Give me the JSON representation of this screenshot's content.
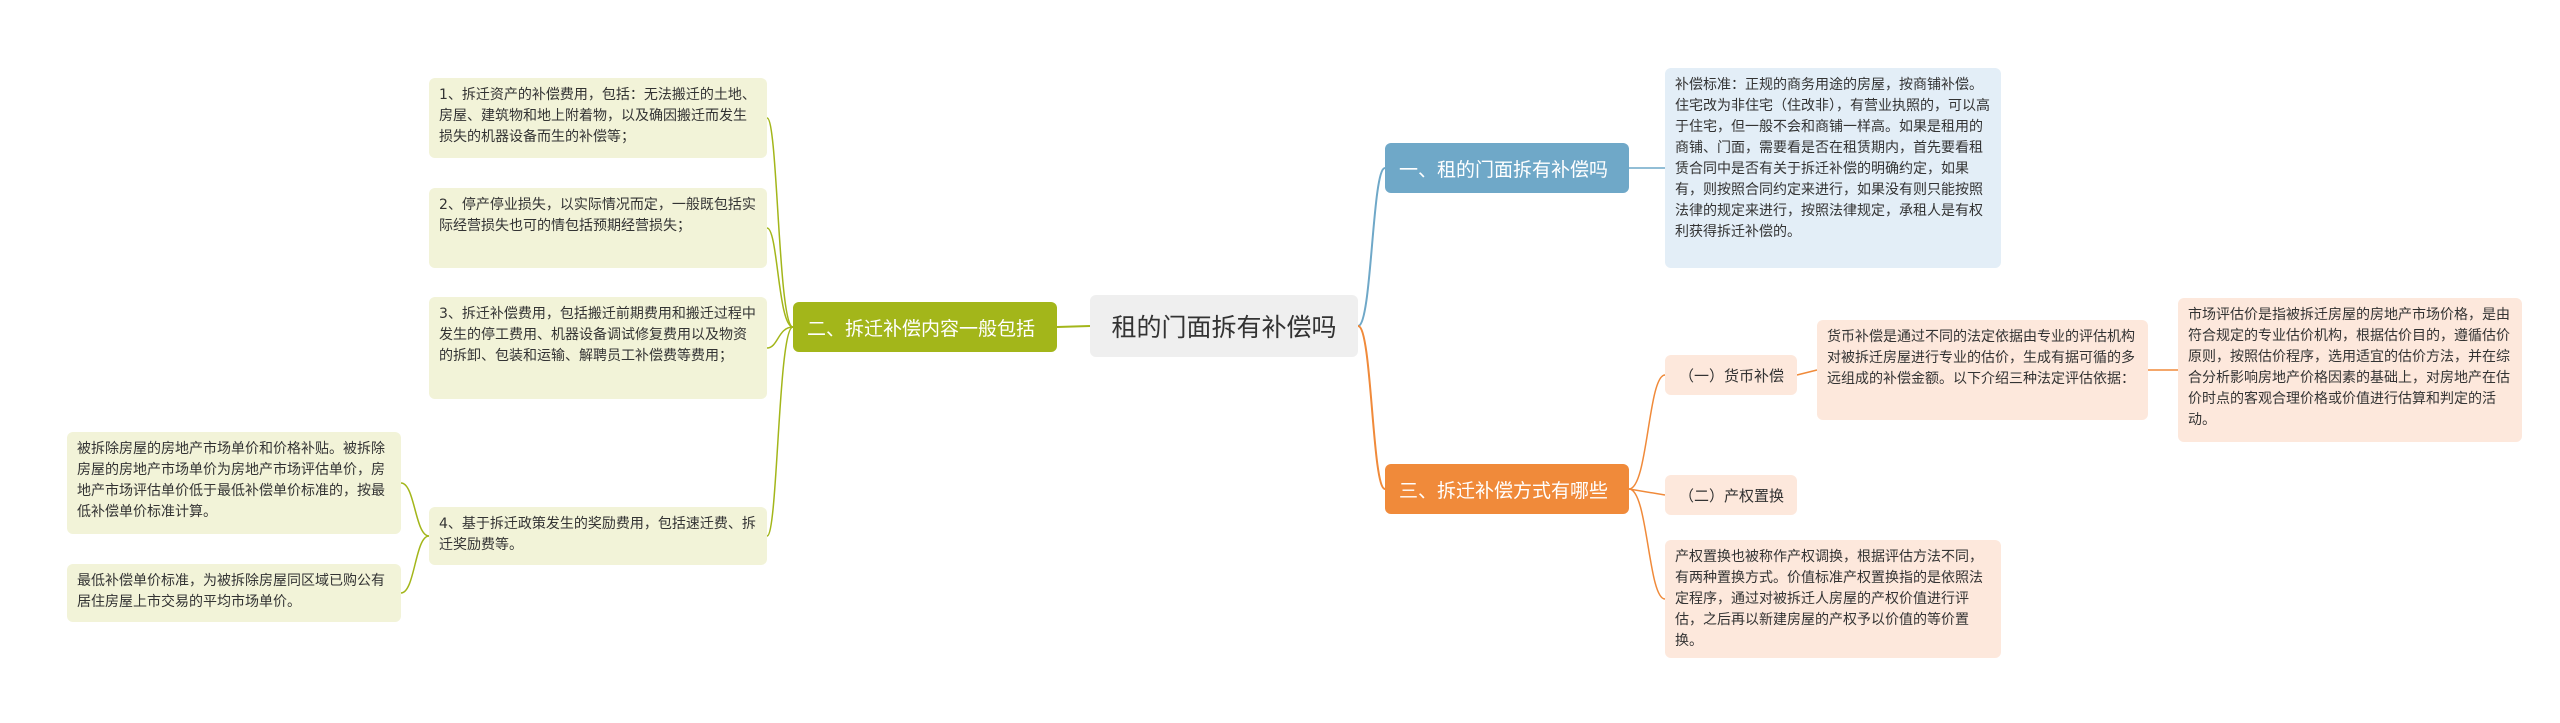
{
  "root": {
    "label": "租的门面拆有补偿吗"
  },
  "branches": {
    "b1": "一、租的门面拆有补偿吗",
    "b2": "二、拆迁补偿内容一般包括",
    "b3": "三、拆迁补偿方式有哪些"
  },
  "leaves": {
    "l1": "补偿标准：正规的商务用途的房屋，按商铺补偿。住宅改为非住宅（住改非），有营业执照的，可以高于住宅，但一般不会和商铺一样高。如果是租用的商铺、门面，需要看是否在租赁期内，首先要看租赁合同中是否有关于拆迁补偿的明确约定，如果有，则按照合同约定来进行，如果没有则只能按照法律的规定来进行，按照法律规定，承租人是有权利获得拆迁补偿的。",
    "g1": "1、拆迁资产的补偿费用，包括：无法搬迁的土地、房屋、建筑物和地上附着物，以及确因搬迁而发生损失的机器设备而生的补偿等；",
    "g2": "2、停产停业损失，以实际情况而定，一般既包括实际经营损失也可的情包括预期经营损失；",
    "g3": "3、拆迁补偿费用，包括搬迁前期费用和搬迁过程中发生的停工费用、机器设备调试修复费用以及物资的拆卸、包装和运输、解聘员工补偿费等费用；",
    "g4": "4、基于拆迁政策发生的奖励费用，包括速迁费、拆迁奖励费等。",
    "g5": "被拆除房屋的房地产市场单价和价格补贴。被拆除房屋的房地产市场单价为房地产市场评估单价，房地产市场评估单价低于最低补偿单价标准的，按最低补偿单价标准计算。",
    "g6": "最低补偿单价标准，为被拆除房屋同区域已购公有居住房屋上市交易的平均市场单价。",
    "s1": "（一）货币补偿",
    "s2": "（二）产权置换",
    "o1": "货币补偿是通过不同的法定依据由专业的评估机构对被拆迁房屋进行专业的估价，生成有据可循的多远组成的补偿金额。以下介绍三种法定评估依据：",
    "o2": "市场评估价是指被拆迁房屋的房地产市场价格，是由符合规定的专业估价机构，根据估价目的，遵循估价原则，按照估价程序，选用适宜的估价方法，并在综合分析影响房地产价格因素的基础上，对房地产在估价时点的客观合理价格或价值进行估算和判定的活动。",
    "o3": "产权置换也被称作产权调换，根据评估方法不同，有两种置换方式。价值标准产权置换指的是依照法定程序，通过对被拆迁人房屋的产权价值进行评估，之后再以新建房屋的产权予以价值的等价置换。"
  },
  "colors": {
    "blue": "#6fa8c8",
    "green": "#a3b61a",
    "orange": "#f08a3a",
    "root_bg": "#efefef"
  }
}
